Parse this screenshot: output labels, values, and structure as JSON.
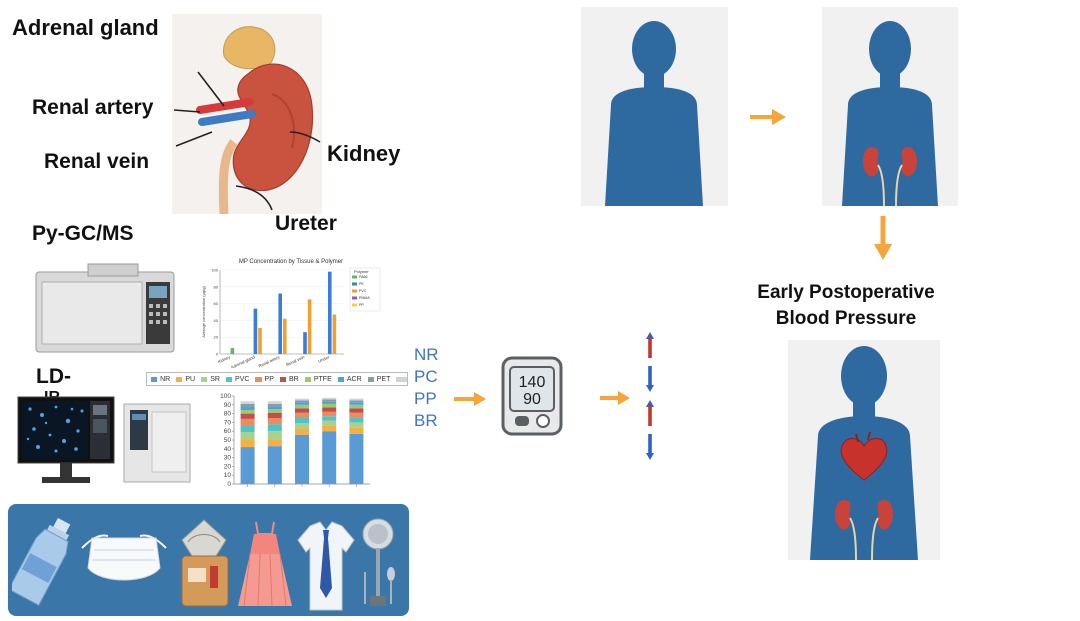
{
  "labels": {
    "adrenal_gland": "Adrenal gland",
    "renal_artery": "Renal artery",
    "renal_vein": "Renal vein",
    "kidney": "Kidney",
    "ureter": "Ureter",
    "py_gcms": "Py-GC/MS",
    "ld_ir": "LD-",
    "ld_ir_cut": "IR",
    "early_bp_line1": "Early Postoperative",
    "early_bp_line2": "Blood Pressure"
  },
  "bp_monitor": {
    "systolic": "140",
    "diastolic": "90"
  },
  "polymer_params": [
    "NR",
    "PC",
    "PP",
    "BR"
  ],
  "bp_effects": [
    {
      "direction": "up",
      "color": "#c0392b"
    },
    {
      "direction": "down",
      "color": "#2f62c8"
    },
    {
      "direction": "up",
      "color": "#c0392b"
    },
    {
      "direction": "down",
      "color": "#2f62c8"
    }
  ],
  "chart_data": [
    {
      "type": "bar",
      "title": "MP Concentration by Tissue & Polymer",
      "ylabel": "Average concentration (μg/g)",
      "categories": [
        "Kidney",
        "Adrenal gland",
        "Renal artery",
        "Renal vein",
        "Ureter"
      ],
      "ylim": [
        0,
        100
      ],
      "yticks": [
        0,
        20,
        40,
        60,
        80,
        100
      ],
      "legend_title": "Polymer",
      "legend_position": "top-right",
      "series": [
        {
          "name": "PA66",
          "color": "#5cb85c",
          "values": [
            7,
            0,
            0,
            0,
            0
          ]
        },
        {
          "name": "PE",
          "color": "#3b7ddd",
          "values": [
            0,
            54,
            72,
            26,
            98
          ]
        },
        {
          "name": "PVC",
          "color": "#f0a030",
          "values": [
            0,
            31,
            42,
            65,
            47
          ]
        },
        {
          "name": "PMMA",
          "color": "#9b59b6",
          "values": [
            0,
            0,
            0,
            0,
            0
          ]
        },
        {
          "name": "PP",
          "color": "#f5d04a",
          "values": [
            0,
            0,
            0,
            0,
            0
          ]
        }
      ]
    },
    {
      "type": "bar",
      "stacked": true,
      "ylim": [
        0,
        100
      ],
      "yticks": [
        0,
        10,
        20,
        30,
        40,
        50,
        60,
        70,
        80,
        90,
        100
      ],
      "legend_position": "top",
      "legend": [
        {
          "name": "NR",
          "color": "#5b9bd5"
        },
        {
          "name": "PU",
          "color": "#f5b041"
        },
        {
          "name": "SR",
          "color": "#a9d18e"
        },
        {
          "name": "PVC",
          "color": "#4fc3c7"
        },
        {
          "name": "PP",
          "color": "#f08a5d"
        },
        {
          "name": "BR",
          "color": "#c0504d"
        },
        {
          "name": "PTFE",
          "color": "#9ccc65"
        },
        {
          "name": "ACR",
          "color": "#4aa3df"
        },
        {
          "name": "PET",
          "color": "#8e99a3"
        },
        {
          "name": "",
          "color": "#cfd4d8"
        }
      ],
      "bar_count": 5,
      "stacks": [
        [
          42,
          9,
          8,
          8,
          7,
          6,
          4,
          4,
          3,
          3
        ],
        [
          43,
          8,
          9,
          8,
          7,
          6,
          4,
          3,
          3,
          3
        ],
        [
          56,
          7,
          6,
          6,
          6,
          5,
          4,
          3,
          2,
          2
        ],
        [
          60,
          6,
          6,
          5,
          5,
          5,
          4,
          3,
          2,
          2
        ],
        [
          57,
          7,
          6,
          6,
          5,
          5,
          4,
          3,
          2,
          2
        ]
      ]
    }
  ],
  "products": [
    "water-bottle",
    "face-mask",
    "tea-bag",
    "dress",
    "shirt-and-tie",
    "kitchen-utensils"
  ],
  "colors": {
    "body_blue": "#2e6aa0",
    "arrow_orange": "#f5a53a",
    "product_bg": "#3a77a8",
    "heart_red": "#c8322c",
    "kidney_red": "#c9433a"
  }
}
